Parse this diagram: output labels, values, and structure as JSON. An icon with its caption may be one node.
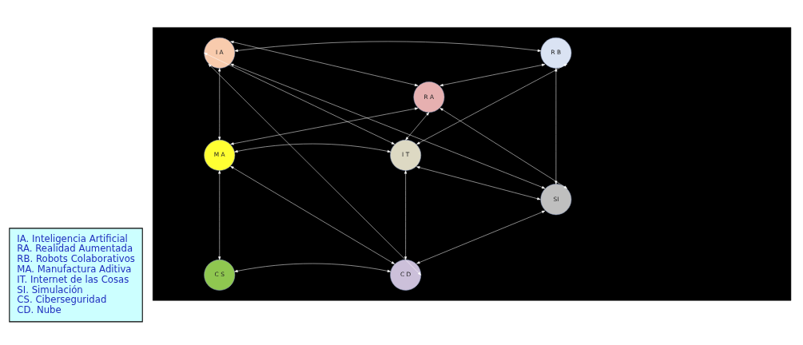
{
  "diagram": {
    "nodes": [
      {
        "text": [
          "IA. Inteligencia Artificial",
          "RA. Realidad Aumentada",
          "RB. Robots Colaborativos",
          "MA. Manufactura Aditiva",
          "IT. Internet de las Cosas",
          "SI. Simulación",
          "CS. Ciberseguridad",
          "CD. Nube"
        ]
      },
      {
        "text": [],
        "shape": "box"
      },
      {
        "text": [
          "I A"
        ],
        "in": 1
      },
      {
        "text": [
          "R A"
        ],
        "in": 1
      },
      {
        "text": [
          "R B"
        ],
        "in": 1
      },
      {
        "text": [
          "M A"
        ],
        "in": 1
      },
      {
        "text": [
          "I T"
        ],
        "in": 1
      },
      {
        "text": [
          "SI"
        ],
        "in": 1
      },
      {
        "text": [
          "C S"
        ],
        "in": 1
      },
      {
        "text": [
          "C D"
        ],
        "in": 1
      }
    ],
    "edges": [
      {
        "from": 2,
        "to": 4,
        "arrow": "both"
      },
      {
        "from": 2,
        "to": 3,
        "arrow": "both"
      },
      {
        "from": 2,
        "to": 5,
        "arrow": "both"
      },
      {
        "from": 2,
        "to": 6,
        "arrow": "both"
      },
      {
        "from": 2,
        "to": 7,
        "arrow": "both"
      },
      {
        "from": 2,
        "to": 9,
        "arrow": "both"
      },
      {
        "from": 3,
        "to": 4,
        "arrow": "both"
      },
      {
        "from": 3,
        "to": 5,
        "arrow": "both"
      },
      {
        "from": 3,
        "to": 6,
        "arrow": "both"
      },
      {
        "from": 3,
        "to": 7,
        "arrow": "both"
      },
      {
        "from": 4,
        "to": 6,
        "arrow": "both"
      },
      {
        "from": 4,
        "to": 7,
        "arrow": "both"
      },
      {
        "from": 5,
        "to": 6,
        "arrow": "both"
      },
      {
        "from": 5,
        "to": 8,
        "arrow": "both"
      },
      {
        "from": 5,
        "to": 9,
        "arrow": "both"
      },
      {
        "from": 6,
        "to": 7,
        "arrow": "both"
      },
      {
        "from": 6,
        "to": 9,
        "arrow": "both"
      },
      {
        "from": 8,
        "to": 9,
        "arrow": "both"
      },
      {
        "from": 9,
        "to": 7,
        "arrow": "both"
      }
    ]
  }
}
